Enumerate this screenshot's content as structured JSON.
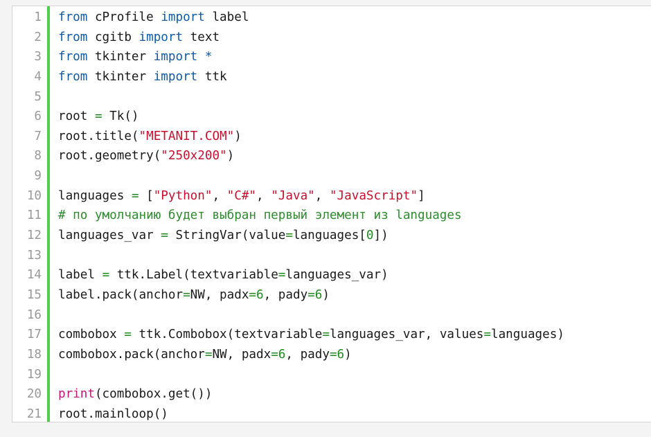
{
  "editor": {
    "accent_color": "#4cd04c",
    "line_numbers": [
      "1",
      "2",
      "3",
      "4",
      "5",
      "6",
      "7",
      "8",
      "9",
      "10",
      "11",
      "12",
      "13",
      "14",
      "15",
      "16",
      "17",
      "18",
      "19",
      "20",
      "21"
    ],
    "lines": [
      [
        {
          "t": "kw",
          "v": "from"
        },
        {
          "t": "pl",
          "v": " cProfile "
        },
        {
          "t": "kw",
          "v": "import"
        },
        {
          "t": "pl",
          "v": " label"
        }
      ],
      [
        {
          "t": "kw",
          "v": "from"
        },
        {
          "t": "pl",
          "v": " cgitb "
        },
        {
          "t": "kw",
          "v": "import"
        },
        {
          "t": "pl",
          "v": " text"
        }
      ],
      [
        {
          "t": "kw",
          "v": "from"
        },
        {
          "t": "pl",
          "v": " tkinter "
        },
        {
          "t": "kw",
          "v": "import"
        },
        {
          "t": "pl",
          "v": " "
        },
        {
          "t": "kw",
          "v": "*"
        }
      ],
      [
        {
          "t": "kw",
          "v": "from"
        },
        {
          "t": "pl",
          "v": " tkinter "
        },
        {
          "t": "kw",
          "v": "import"
        },
        {
          "t": "pl",
          "v": " ttk"
        }
      ],
      [],
      [
        {
          "t": "pl",
          "v": "root "
        },
        {
          "t": "op",
          "v": "="
        },
        {
          "t": "pl",
          "v": " Tk()"
        }
      ],
      [
        {
          "t": "pl",
          "v": "root.title("
        },
        {
          "t": "str",
          "v": "\"METANIT.COM\""
        },
        {
          "t": "pl",
          "v": ")"
        }
      ],
      [
        {
          "t": "pl",
          "v": "root.geometry("
        },
        {
          "t": "str",
          "v": "\"250x200\""
        },
        {
          "t": "pl",
          "v": ")"
        }
      ],
      [],
      [
        {
          "t": "pl",
          "v": "languages "
        },
        {
          "t": "op",
          "v": "="
        },
        {
          "t": "pl",
          "v": " ["
        },
        {
          "t": "str",
          "v": "\"Python\""
        },
        {
          "t": "pl",
          "v": ", "
        },
        {
          "t": "str",
          "v": "\"C#\""
        },
        {
          "t": "pl",
          "v": ", "
        },
        {
          "t": "str",
          "v": "\"Java\""
        },
        {
          "t": "pl",
          "v": ", "
        },
        {
          "t": "str",
          "v": "\"JavaScript\""
        },
        {
          "t": "pl",
          "v": "]"
        }
      ],
      [
        {
          "t": "cm",
          "v": "# по умолчанию будет выбран первый элемент из languages"
        }
      ],
      [
        {
          "t": "pl",
          "v": "languages_var "
        },
        {
          "t": "op",
          "v": "="
        },
        {
          "t": "pl",
          "v": " StringVar(value"
        },
        {
          "t": "op",
          "v": "="
        },
        {
          "t": "pl",
          "v": "languages["
        },
        {
          "t": "num",
          "v": "0"
        },
        {
          "t": "pl",
          "v": "])"
        }
      ],
      [],
      [
        {
          "t": "pl",
          "v": "label "
        },
        {
          "t": "op",
          "v": "="
        },
        {
          "t": "pl",
          "v": " ttk.Label(textvariable"
        },
        {
          "t": "op",
          "v": "="
        },
        {
          "t": "pl",
          "v": "languages_var)"
        }
      ],
      [
        {
          "t": "pl",
          "v": "label.pack(anchor"
        },
        {
          "t": "op",
          "v": "="
        },
        {
          "t": "pl",
          "v": "NW, padx"
        },
        {
          "t": "op",
          "v": "="
        },
        {
          "t": "num",
          "v": "6"
        },
        {
          "t": "pl",
          "v": ", pady"
        },
        {
          "t": "op",
          "v": "="
        },
        {
          "t": "num",
          "v": "6"
        },
        {
          "t": "pl",
          "v": ")"
        }
      ],
      [],
      [
        {
          "t": "pl",
          "v": "combobox "
        },
        {
          "t": "op",
          "v": "="
        },
        {
          "t": "pl",
          "v": " ttk.Combobox(textvariable"
        },
        {
          "t": "op",
          "v": "="
        },
        {
          "t": "pl",
          "v": "languages_var, values"
        },
        {
          "t": "op",
          "v": "="
        },
        {
          "t": "pl",
          "v": "languages)"
        }
      ],
      [
        {
          "t": "pl",
          "v": "combobox.pack(anchor"
        },
        {
          "t": "op",
          "v": "="
        },
        {
          "t": "pl",
          "v": "NW, padx"
        },
        {
          "t": "op",
          "v": "="
        },
        {
          "t": "num",
          "v": "6"
        },
        {
          "t": "pl",
          "v": ", pady"
        },
        {
          "t": "op",
          "v": "="
        },
        {
          "t": "num",
          "v": "6"
        },
        {
          "t": "pl",
          "v": ")"
        }
      ],
      [],
      [
        {
          "t": "bi",
          "v": "print"
        },
        {
          "t": "pl",
          "v": "(combobox.get())"
        }
      ],
      [
        {
          "t": "pl",
          "v": "root.mainloop()"
        }
      ]
    ]
  }
}
